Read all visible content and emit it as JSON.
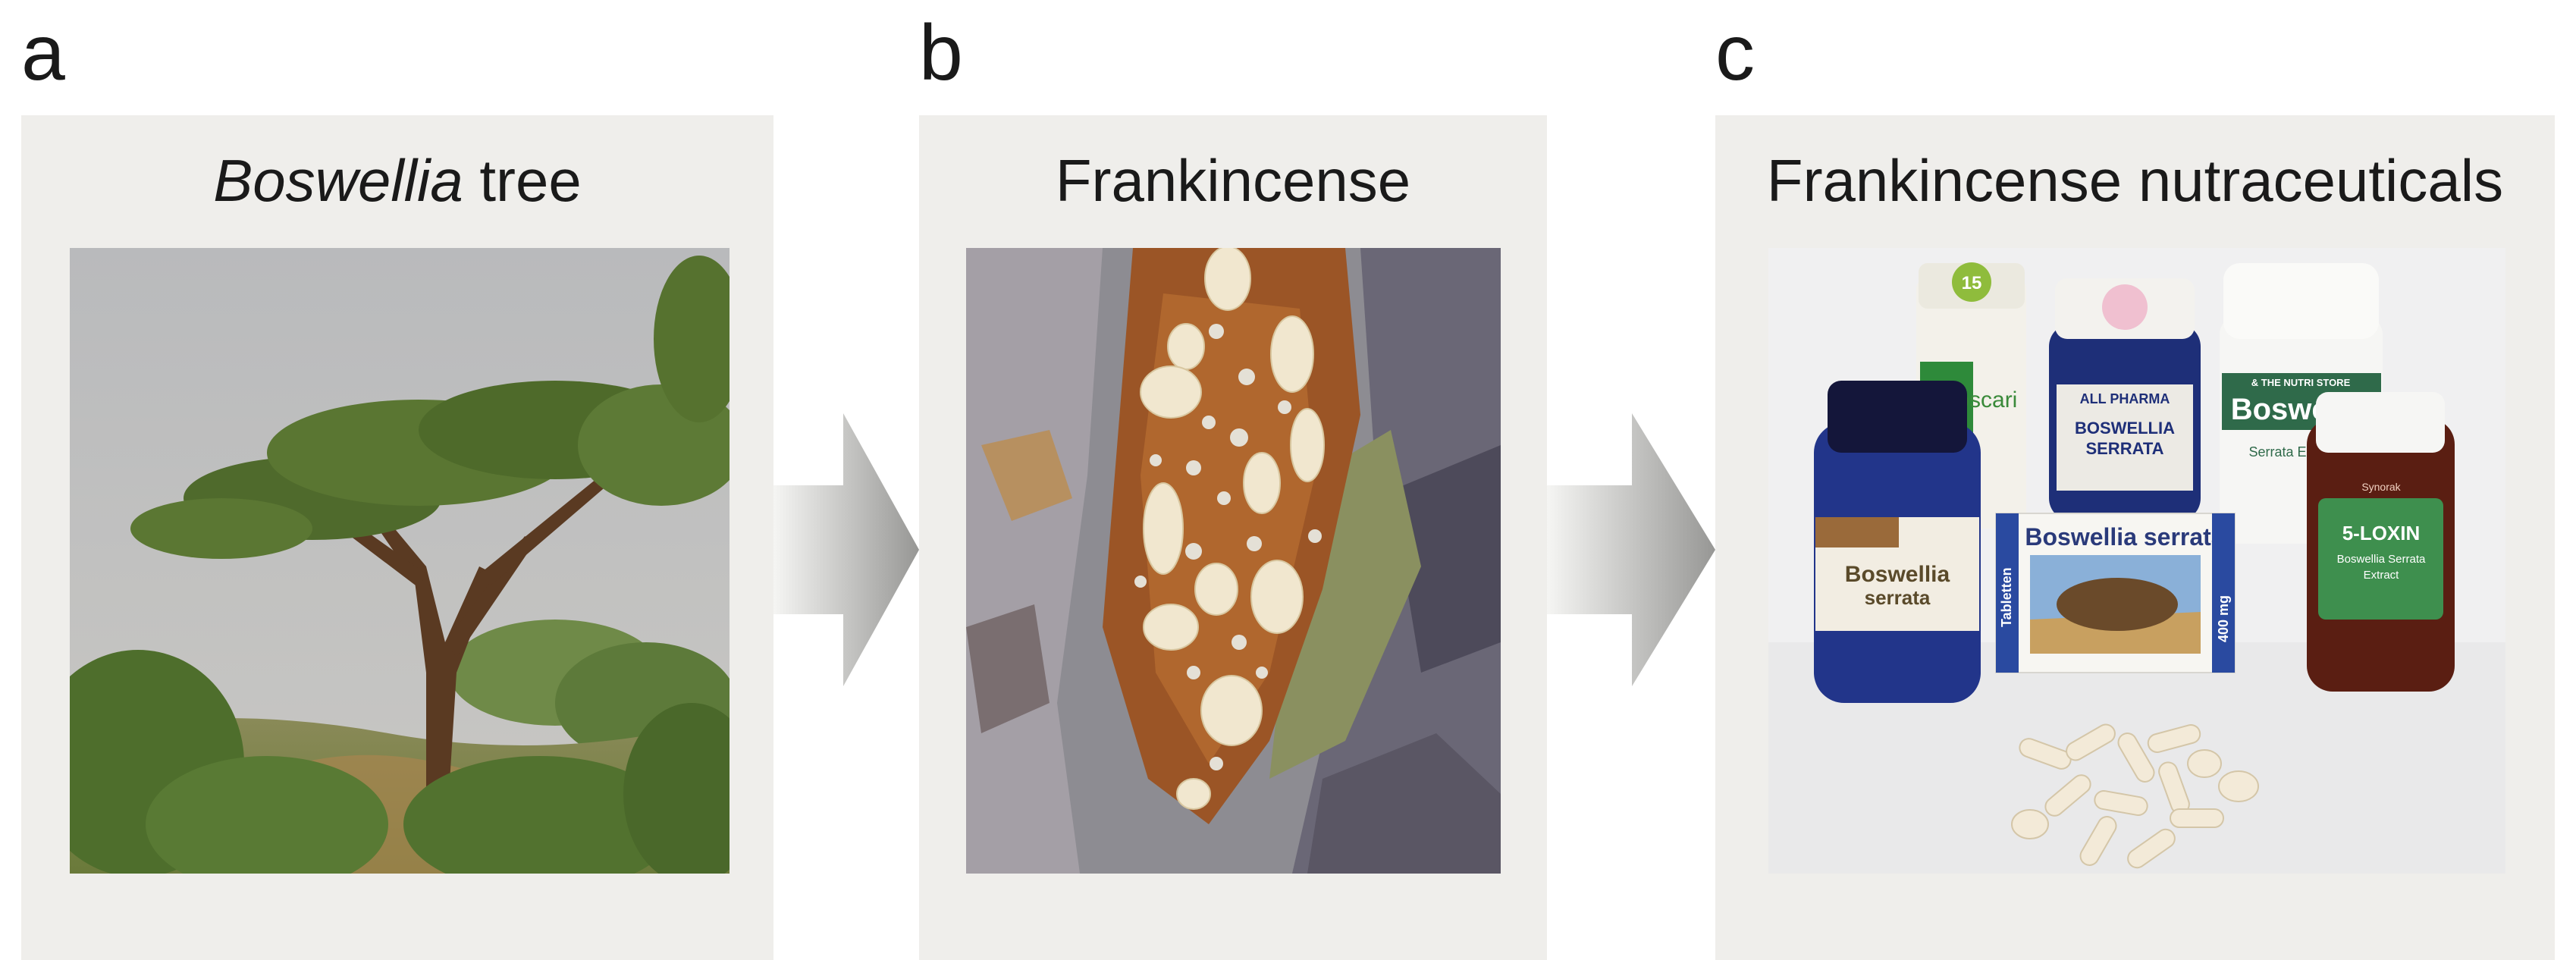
{
  "panels": [
    {
      "letter": "a",
      "title_italic": "Boswellia",
      "title_rest": " tree"
    },
    {
      "letter": "b",
      "title": "Frankincense"
    },
    {
      "letter": "c",
      "title": "Frankincense nutraceuticals"
    }
  ],
  "product_labels": {
    "bottle_green_number": "15",
    "bottle_green_brand": "boscari",
    "bottle_navy_company": "ALL PHARMA",
    "bottle_navy_name_1": "BOSWELLIA",
    "bottle_navy_name_2": "SERRATA",
    "bottle_white_brand": "& THE NUTRI STORE",
    "bottle_white_name": "Boswellia",
    "bottle_white_sub": "Serrata Extrakt K",
    "bottle_blue_name_1": "Boswellia",
    "bottle_blue_name_2": "serrata",
    "box_title": "Boswellia serrata",
    "box_side_left": "Tabletten",
    "box_side_right": "400 mg",
    "bottle_brown_brand": "Synorak",
    "bottle_brown_name": "5-LOXIN",
    "bottle_brown_sub_1": "Boswellia Serrata",
    "bottle_brown_sub_2": "Extract"
  },
  "colors": {
    "panel_bg": "#efeeeb",
    "sky": "#bdbec0",
    "foliage": "#5f7a3a",
    "resin": "#f1e7cf",
    "bark": "#9a5a2a",
    "arrow_light": "#f2f2f0",
    "arrow_dark": "#9b9b99"
  }
}
